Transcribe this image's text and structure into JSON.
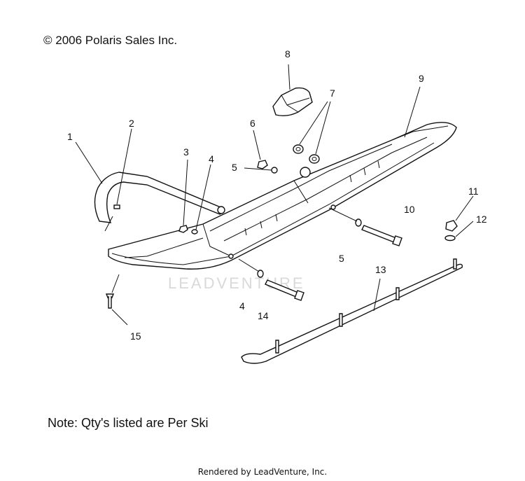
{
  "copyright": "© 2006 Polaris Sales Inc.",
  "note": "Note: Qty's listed are Per Ski",
  "rendered_by": "Rendered by LeadVenture, Inc.",
  "watermark": "LEADVENTURE",
  "callouts": {
    "c1": "1",
    "c2": "2",
    "c3": "3",
    "c4a": "4",
    "c4b": "4",
    "c5a": "5",
    "c5b": "5",
    "c6": "6",
    "c7": "7",
    "c8": "8",
    "c9": "9",
    "c10": "10",
    "c11": "11",
    "c12": "12",
    "c13": "13",
    "c14": "14",
    "c15": "15"
  }
}
